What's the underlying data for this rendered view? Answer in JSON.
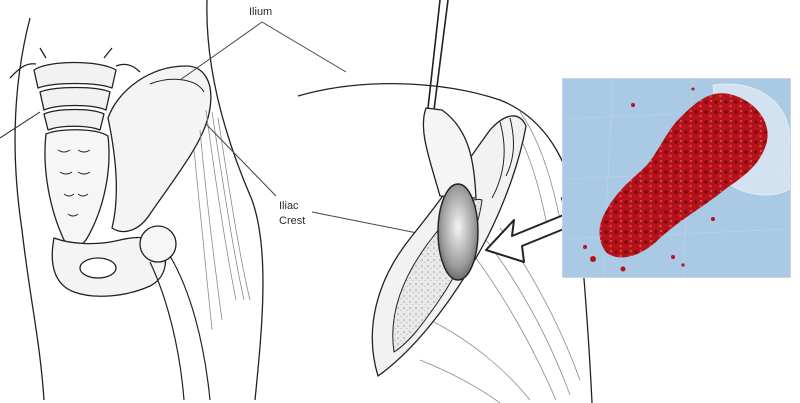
{
  "labels": {
    "ilium": "Ilium",
    "iliac_crest_line1": "Iliac",
    "iliac_crest_line2": "Crest"
  },
  "colors": {
    "outline": "#222222",
    "muscle_line": "#8a8a8a",
    "bone_fill": "#ececec",
    "graft_red": "#b5121b",
    "graft_dark": "#7c0b10",
    "photo_bg": "#a9c9e4",
    "arrow_fill": "#ffffff"
  },
  "icons": {
    "arrow": "double-headed-arrow-icon",
    "instrument": "bone-curette-icon"
  }
}
